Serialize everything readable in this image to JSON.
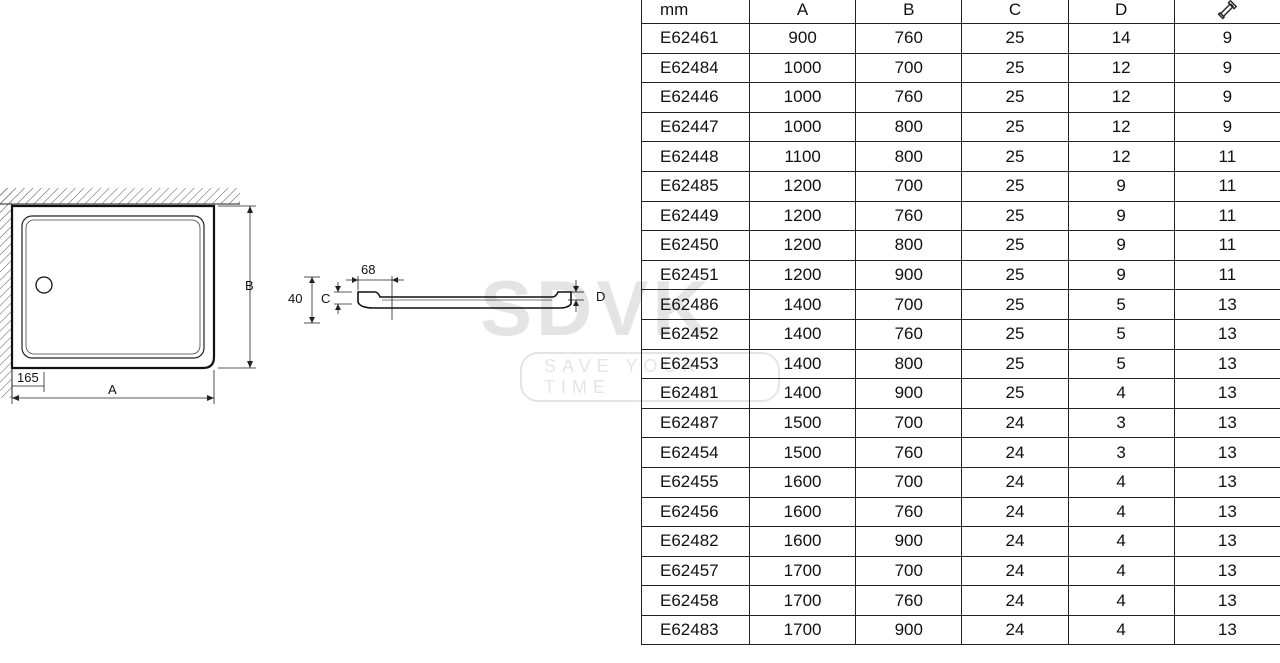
{
  "drawing": {
    "top_view": {
      "label_a": "A",
      "label_b": "B",
      "label_offset": "165"
    },
    "side_view": {
      "label_height": "40",
      "label_c": "C",
      "label_lip": "68",
      "label_d": "D"
    }
  },
  "watermark": {
    "logo": "SDVK",
    "tagline": "SAVE YOUR TIME"
  },
  "table": {
    "headers": [
      "mm",
      "A",
      "B",
      "C",
      "D"
    ],
    "last_header_icon": "wrench-icon",
    "rows": [
      [
        "E62461",
        "900",
        "760",
        "25",
        "14",
        "9"
      ],
      [
        "E62484",
        "1000",
        "700",
        "25",
        "12",
        "9"
      ],
      [
        "E62446",
        "1000",
        "760",
        "25",
        "12",
        "9"
      ],
      [
        "E62447",
        "1000",
        "800",
        "25",
        "12",
        "9"
      ],
      [
        "E62448",
        "1100",
        "800",
        "25",
        "12",
        "11"
      ],
      [
        "E62485",
        "1200",
        "700",
        "25",
        "9",
        "11"
      ],
      [
        "E62449",
        "1200",
        "760",
        "25",
        "9",
        "11"
      ],
      [
        "E62450",
        "1200",
        "800",
        "25",
        "9",
        "11"
      ],
      [
        "E62451",
        "1200",
        "900",
        "25",
        "9",
        "11"
      ],
      [
        "E62486",
        "1400",
        "700",
        "25",
        "5",
        "13"
      ],
      [
        "E62452",
        "1400",
        "760",
        "25",
        "5",
        "13"
      ],
      [
        "E62453",
        "1400",
        "800",
        "25",
        "5",
        "13"
      ],
      [
        "E62481",
        "1400",
        "900",
        "25",
        "4",
        "13"
      ],
      [
        "E62487",
        "1500",
        "700",
        "24",
        "3",
        "13"
      ],
      [
        "E62454",
        "1500",
        "760",
        "24",
        "3",
        "13"
      ],
      [
        "E62455",
        "1600",
        "700",
        "24",
        "4",
        "13"
      ],
      [
        "E62456",
        "1600",
        "760",
        "24",
        "4",
        "13"
      ],
      [
        "E62482",
        "1600",
        "900",
        "24",
        "4",
        "13"
      ],
      [
        "E62457",
        "1700",
        "700",
        "24",
        "4",
        "13"
      ],
      [
        "E62458",
        "1700",
        "760",
        "24",
        "4",
        "13"
      ],
      [
        "E62483",
        "1700",
        "900",
        "24",
        "4",
        "13"
      ]
    ]
  }
}
